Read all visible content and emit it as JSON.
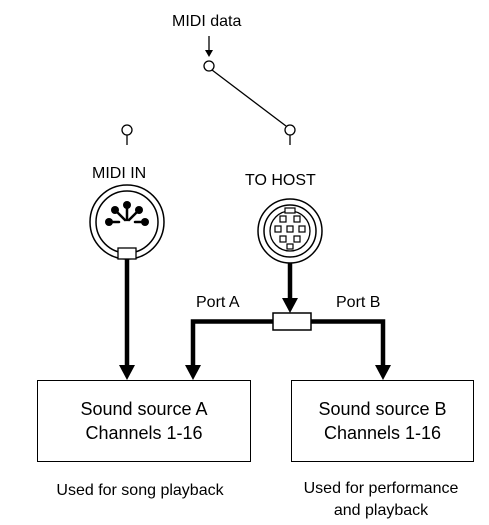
{
  "midi_data_label": "MIDI data",
  "midi_in_label": "MIDI IN",
  "to_host_label": "TO HOST",
  "port_a_label": "Port A",
  "port_b_label": "Port B",
  "source_a": {
    "line1": "Sound source A",
    "line2": "Channels 1-16"
  },
  "source_b": {
    "line1": "Sound source B",
    "line2": "Channels 1-16"
  },
  "caption_a": "Used for song playback",
  "caption_b": {
    "line1": "Used for performance",
    "line2": "and playback"
  }
}
